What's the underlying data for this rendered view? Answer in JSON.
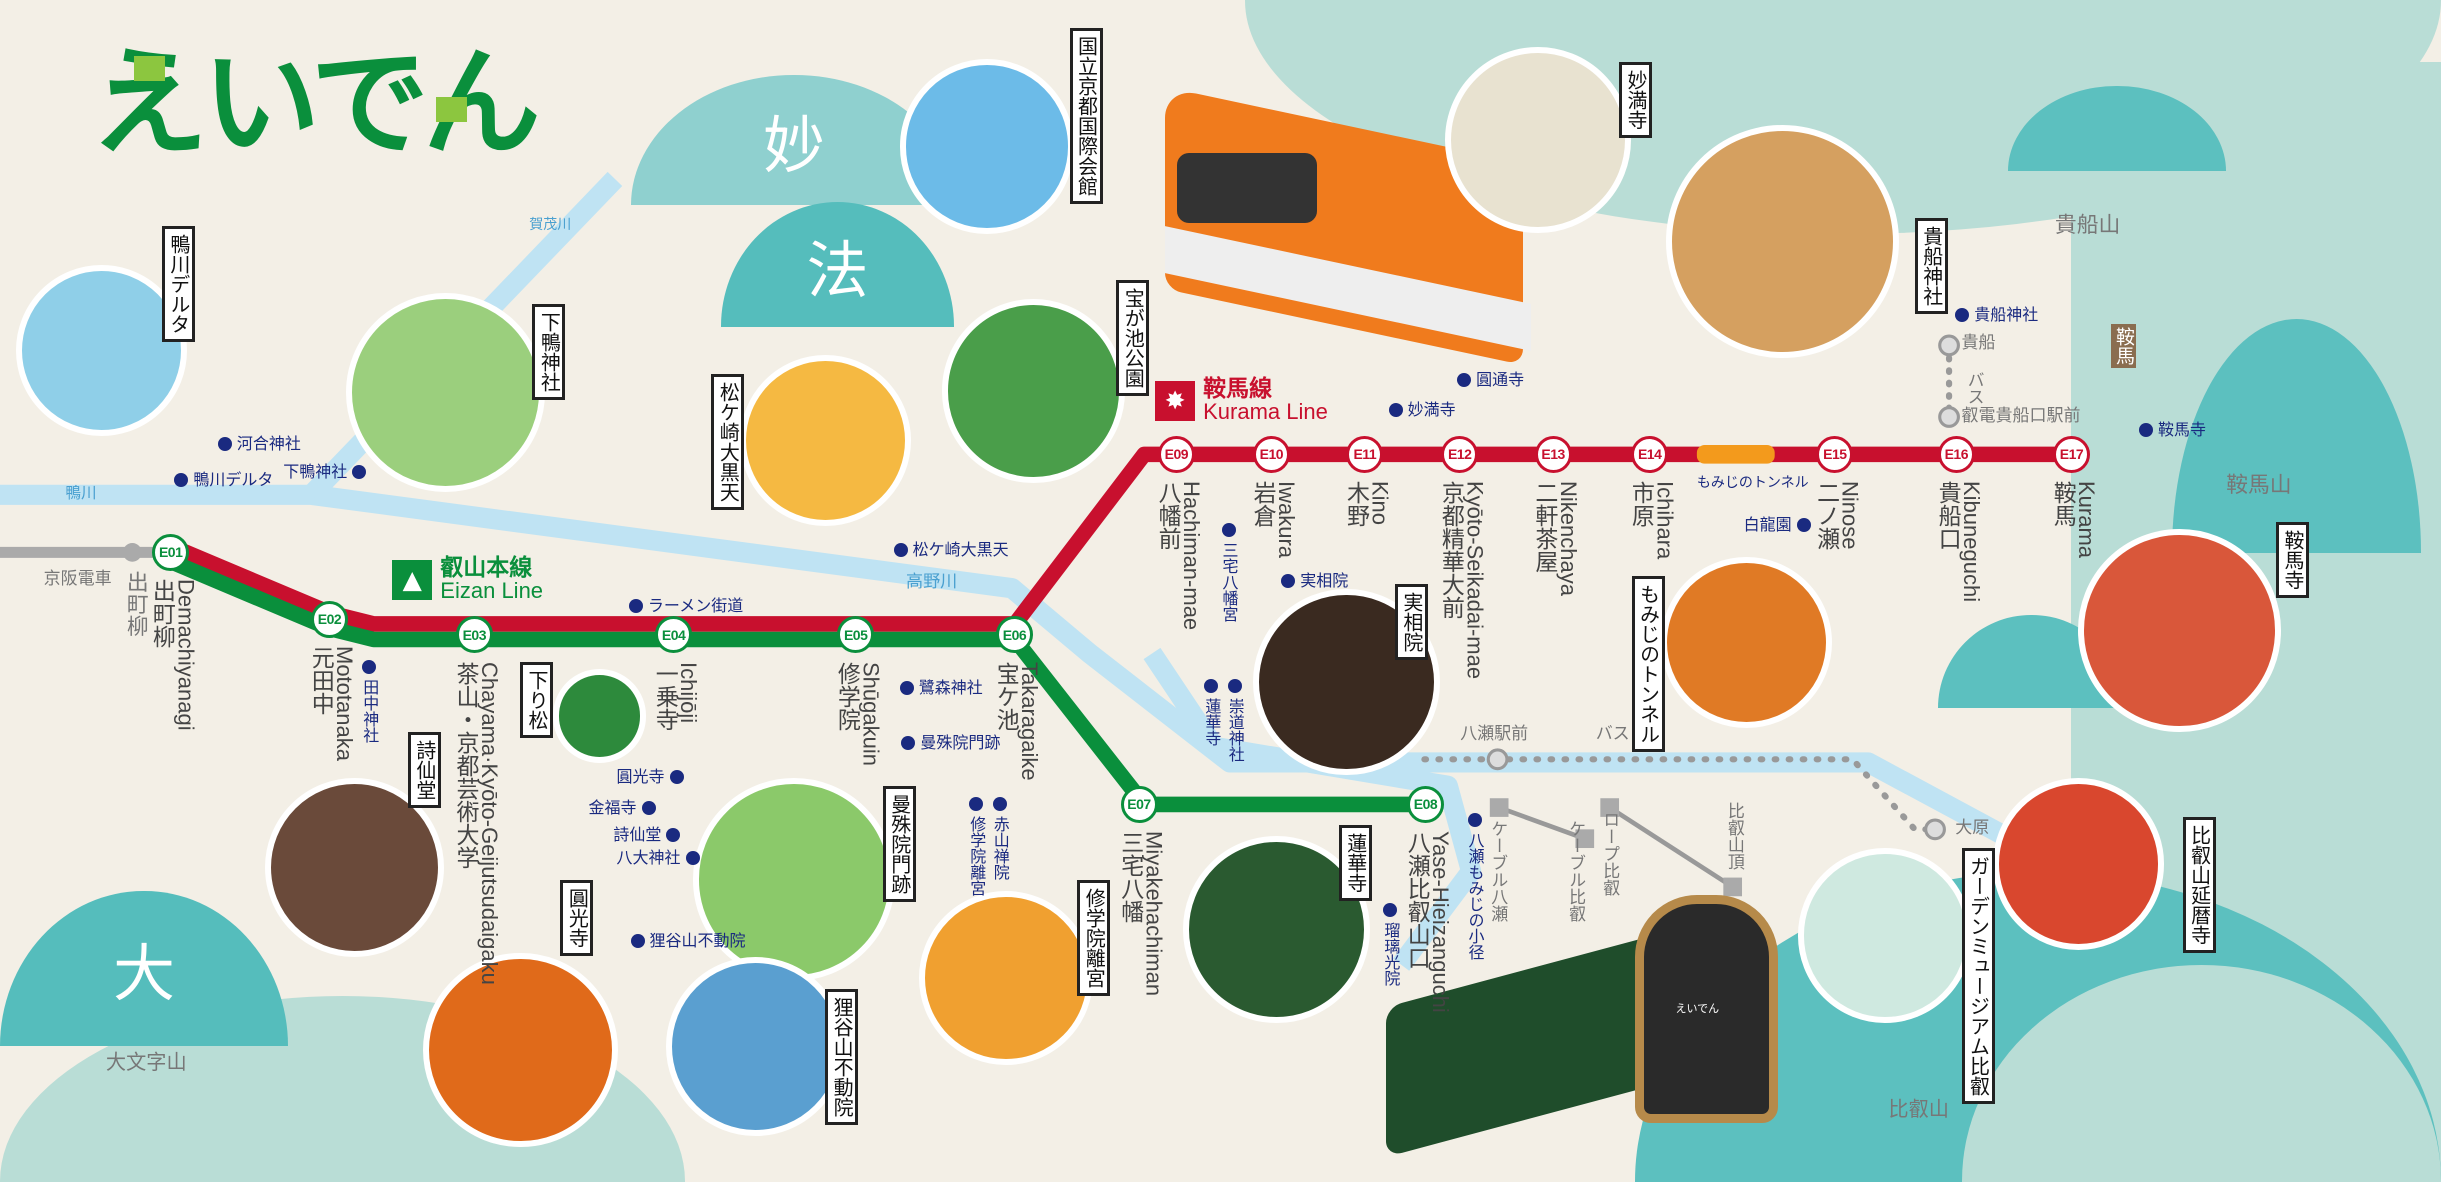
{
  "logo": "えいでん",
  "mountain_chars": [
    "妙",
    "法",
    "大"
  ],
  "lines": {
    "eizan": {
      "ja": "叡山本線",
      "en": "Eizan Line",
      "color": "#0a8f3c",
      "icon": "mountain-icon"
    },
    "kurama": {
      "ja": "鞍馬線",
      "en": "Kurama Line",
      "color": "#c8102e",
      "icon": "maple-leaf-icon"
    }
  },
  "stations": [
    {
      "code": "E01",
      "ja": "出町柳",
      "en": "Demachiyanagi"
    },
    {
      "code": "E02",
      "ja": "元田中",
      "en": "Mototanaka"
    },
    {
      "code": "E03",
      "ja": "茶山・京都芸術大学",
      "en": "Chayama·Kyōto-Geijutsudaigaku"
    },
    {
      "code": "E04",
      "ja": "一乗寺",
      "en": "Ichijōji"
    },
    {
      "code": "E05",
      "ja": "修学院",
      "en": "Shūgakuin"
    },
    {
      "code": "E06",
      "ja": "宝ケ池",
      "en": "Takaragaike"
    },
    {
      "code": "E07",
      "ja": "三宅八幡",
      "en": "Miyakehachiman"
    },
    {
      "code": "E08",
      "ja": "八瀬比叡山口",
      "en": "Yase-Hieizanguchi"
    },
    {
      "code": "E09",
      "ja": "八幡前",
      "en": "Hachiman-mae"
    },
    {
      "code": "E10",
      "ja": "岩倉",
      "en": "Iwakura"
    },
    {
      "code": "E11",
      "ja": "木野",
      "en": "Kino"
    },
    {
      "code": "E12",
      "ja": "京都精華大前",
      "en": "Kyōto-Seikadai-mae"
    },
    {
      "code": "E13",
      "ja": "二軒茶屋",
      "en": "Nikenchaya"
    },
    {
      "code": "E14",
      "ja": "市原",
      "en": "Ichihara"
    },
    {
      "code": "E15",
      "ja": "二ノ瀬",
      "en": "Ninose"
    },
    {
      "code": "E16",
      "ja": "貴船口",
      "en": "Kibuneguchi"
    },
    {
      "code": "E17",
      "ja": "鞍馬",
      "en": "Kurama"
    }
  ],
  "tunnel_label": "もみじのトンネル",
  "attractions": [
    "鴨川デルタ",
    "下鴨神社",
    "松ケ崎大黒天",
    "国立京都国際会館",
    "宝が池公園",
    "妙満寺",
    "貴船神社",
    "鞍馬寺",
    "実相院",
    "もみじのトンネル",
    "下り松",
    "詩仙堂",
    "曼殊院門跡",
    "圓光寺",
    "狸谷山不動院",
    "修学院離宮",
    "蓮華寺",
    "ガーデンミュージアム比叡",
    "比叡山延暦寺"
  ],
  "spots": [
    "河合神社",
    "鴨川デルタ",
    "下鴨神社",
    "松ケ崎大黒天",
    "ラーメン街道",
    "田中神社",
    "鷺森神社",
    "曼殊院門跡",
    "圓光寺",
    "金福寺",
    "詩仙堂",
    "八大神社",
    "修学院離宮",
    "赤山禅院",
    "狸谷山不動院",
    "三宅八幡宮",
    "実相院",
    "崇道神社",
    "蓮華寺",
    "瑠璃光院",
    "八瀬もみじの小径",
    "圓通寺",
    "妙満寺",
    "白龍園",
    "貴船神社",
    "鞍馬寺"
  ],
  "gray_labels": [
    "京阪電車",
    "出町柳",
    "鴨川",
    "賀茂川",
    "高野川",
    "八瀬駅前",
    "バス",
    "ケーブル八瀬",
    "ケーブル比叡",
    "ロープ比叡",
    "比叡山頂",
    "大原",
    "貴船",
    "バス",
    "叡電貴船口駅前",
    "貴船山",
    "鞍馬山",
    "大文字山",
    "比叡山"
  ],
  "train_labels": {
    "marker": "えいでん",
    "sign": "鞍馬"
  },
  "colors": {
    "background": "#f3efe6",
    "mountain": "#5cc0bf",
    "river": "#bfe3f3",
    "spot": "#1a2a80"
  }
}
